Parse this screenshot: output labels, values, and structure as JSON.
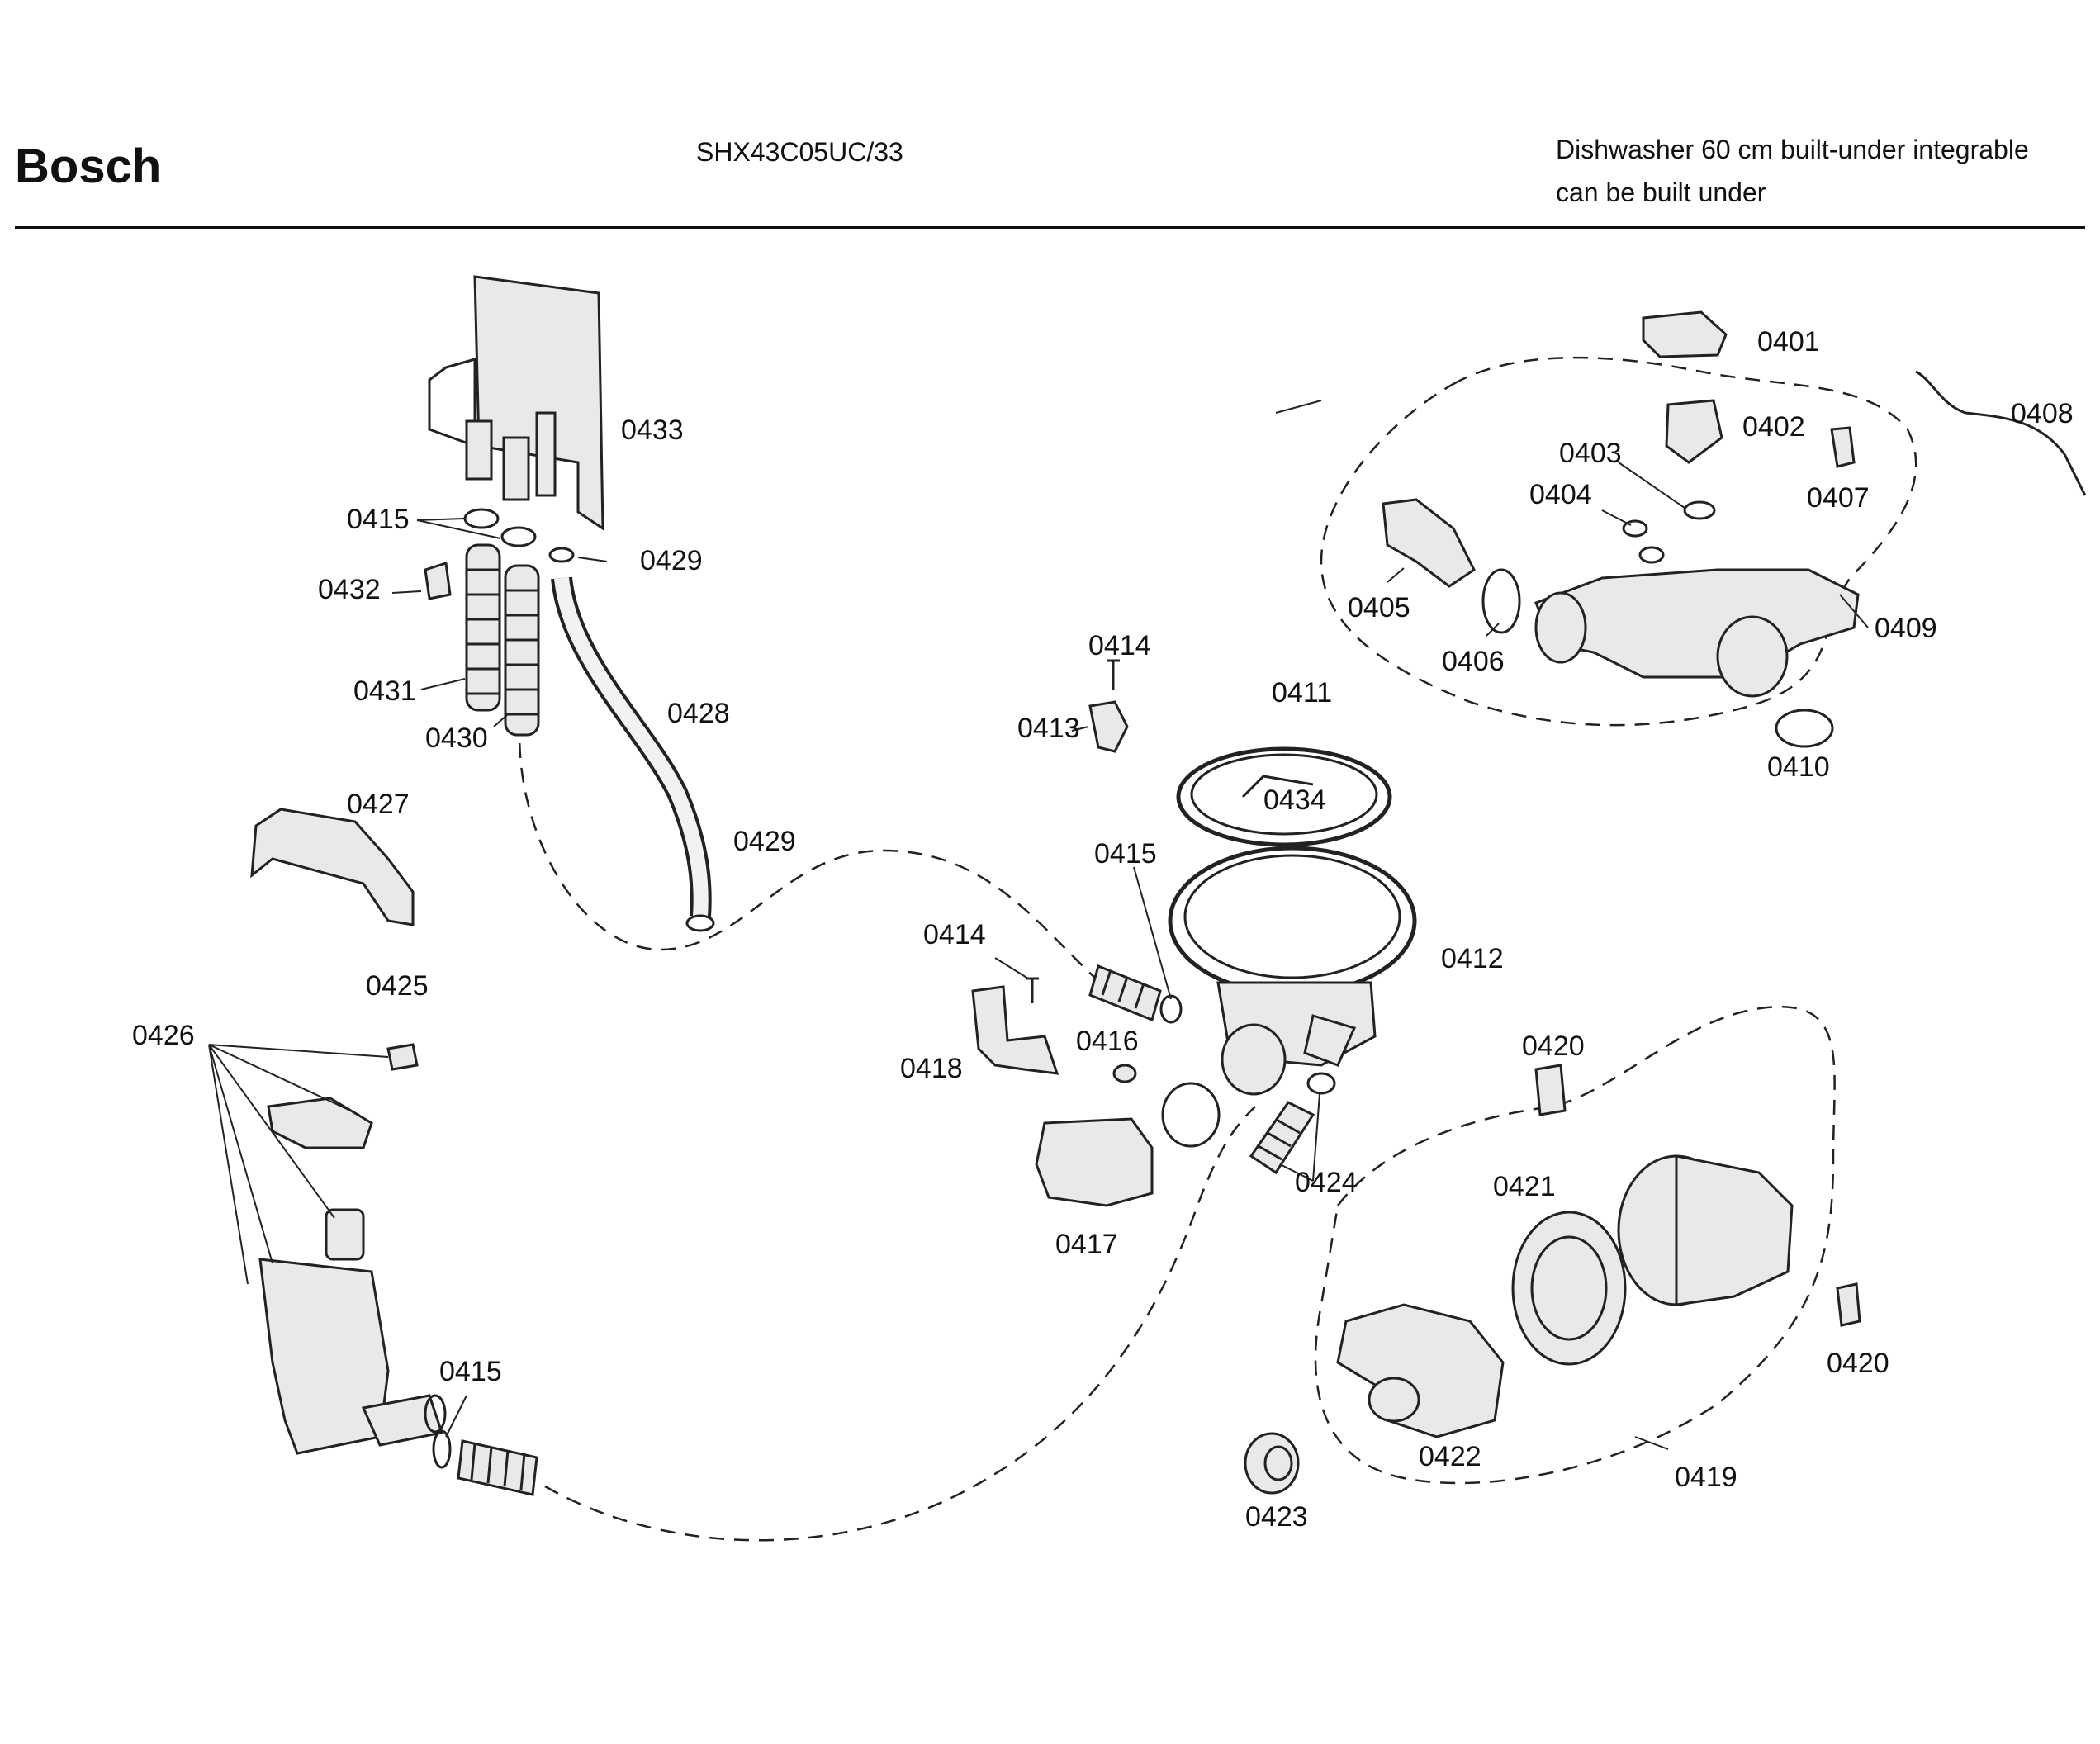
{
  "header": {
    "brand": "Bosch",
    "model": "SHX43C05UC/33",
    "description_line1": "Dishwasher 60 cm built-under integrable",
    "description_line2": "can be built under"
  },
  "callouts": [
    "0401",
    "0402",
    "0403",
    "0404",
    "0405",
    "0406",
    "0407",
    "0408",
    "0409",
    "0410",
    "0411",
    "0412",
    "0413",
    "0414",
    "0414",
    "0415",
    "0415",
    "0415",
    "0416",
    "0417",
    "0418",
    "0419",
    "0420",
    "0420",
    "0421",
    "0422",
    "0423",
    "0424",
    "0425",
    "0426",
    "0427",
    "0428",
    "0429",
    "0429",
    "0430",
    "0431",
    "0432",
    "0433",
    "0434"
  ]
}
